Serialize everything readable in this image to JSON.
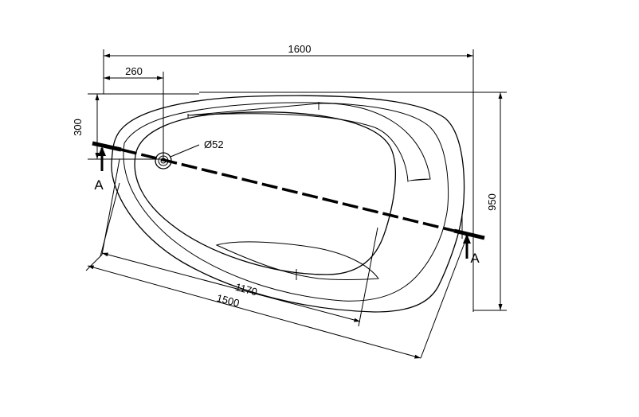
{
  "dimensions": {
    "overall_width": "1600",
    "drain_offset_x": "260",
    "drain_offset_y": "300",
    "drain_diameter": "Ø52",
    "overall_depth": "950",
    "inner_length": "1170",
    "outer_length": "1500"
  },
  "section": {
    "left_marker": "A",
    "right_marker": "A"
  }
}
